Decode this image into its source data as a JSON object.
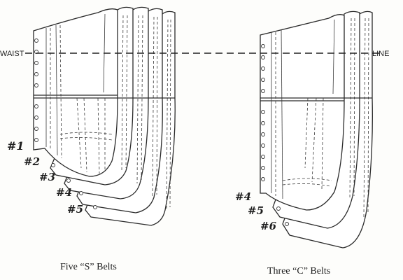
{
  "labels": {
    "waist": "WAIST",
    "line": "LINE"
  },
  "left_group": {
    "caption": "Five “S” Belts",
    "belt_numbers": [
      "#1",
      "#2",
      "#3",
      "#4",
      "#5"
    ]
  },
  "right_group": {
    "caption": "Three “C” Belts",
    "belt_numbers": [
      "#4",
      "#5",
      "#6"
    ]
  }
}
